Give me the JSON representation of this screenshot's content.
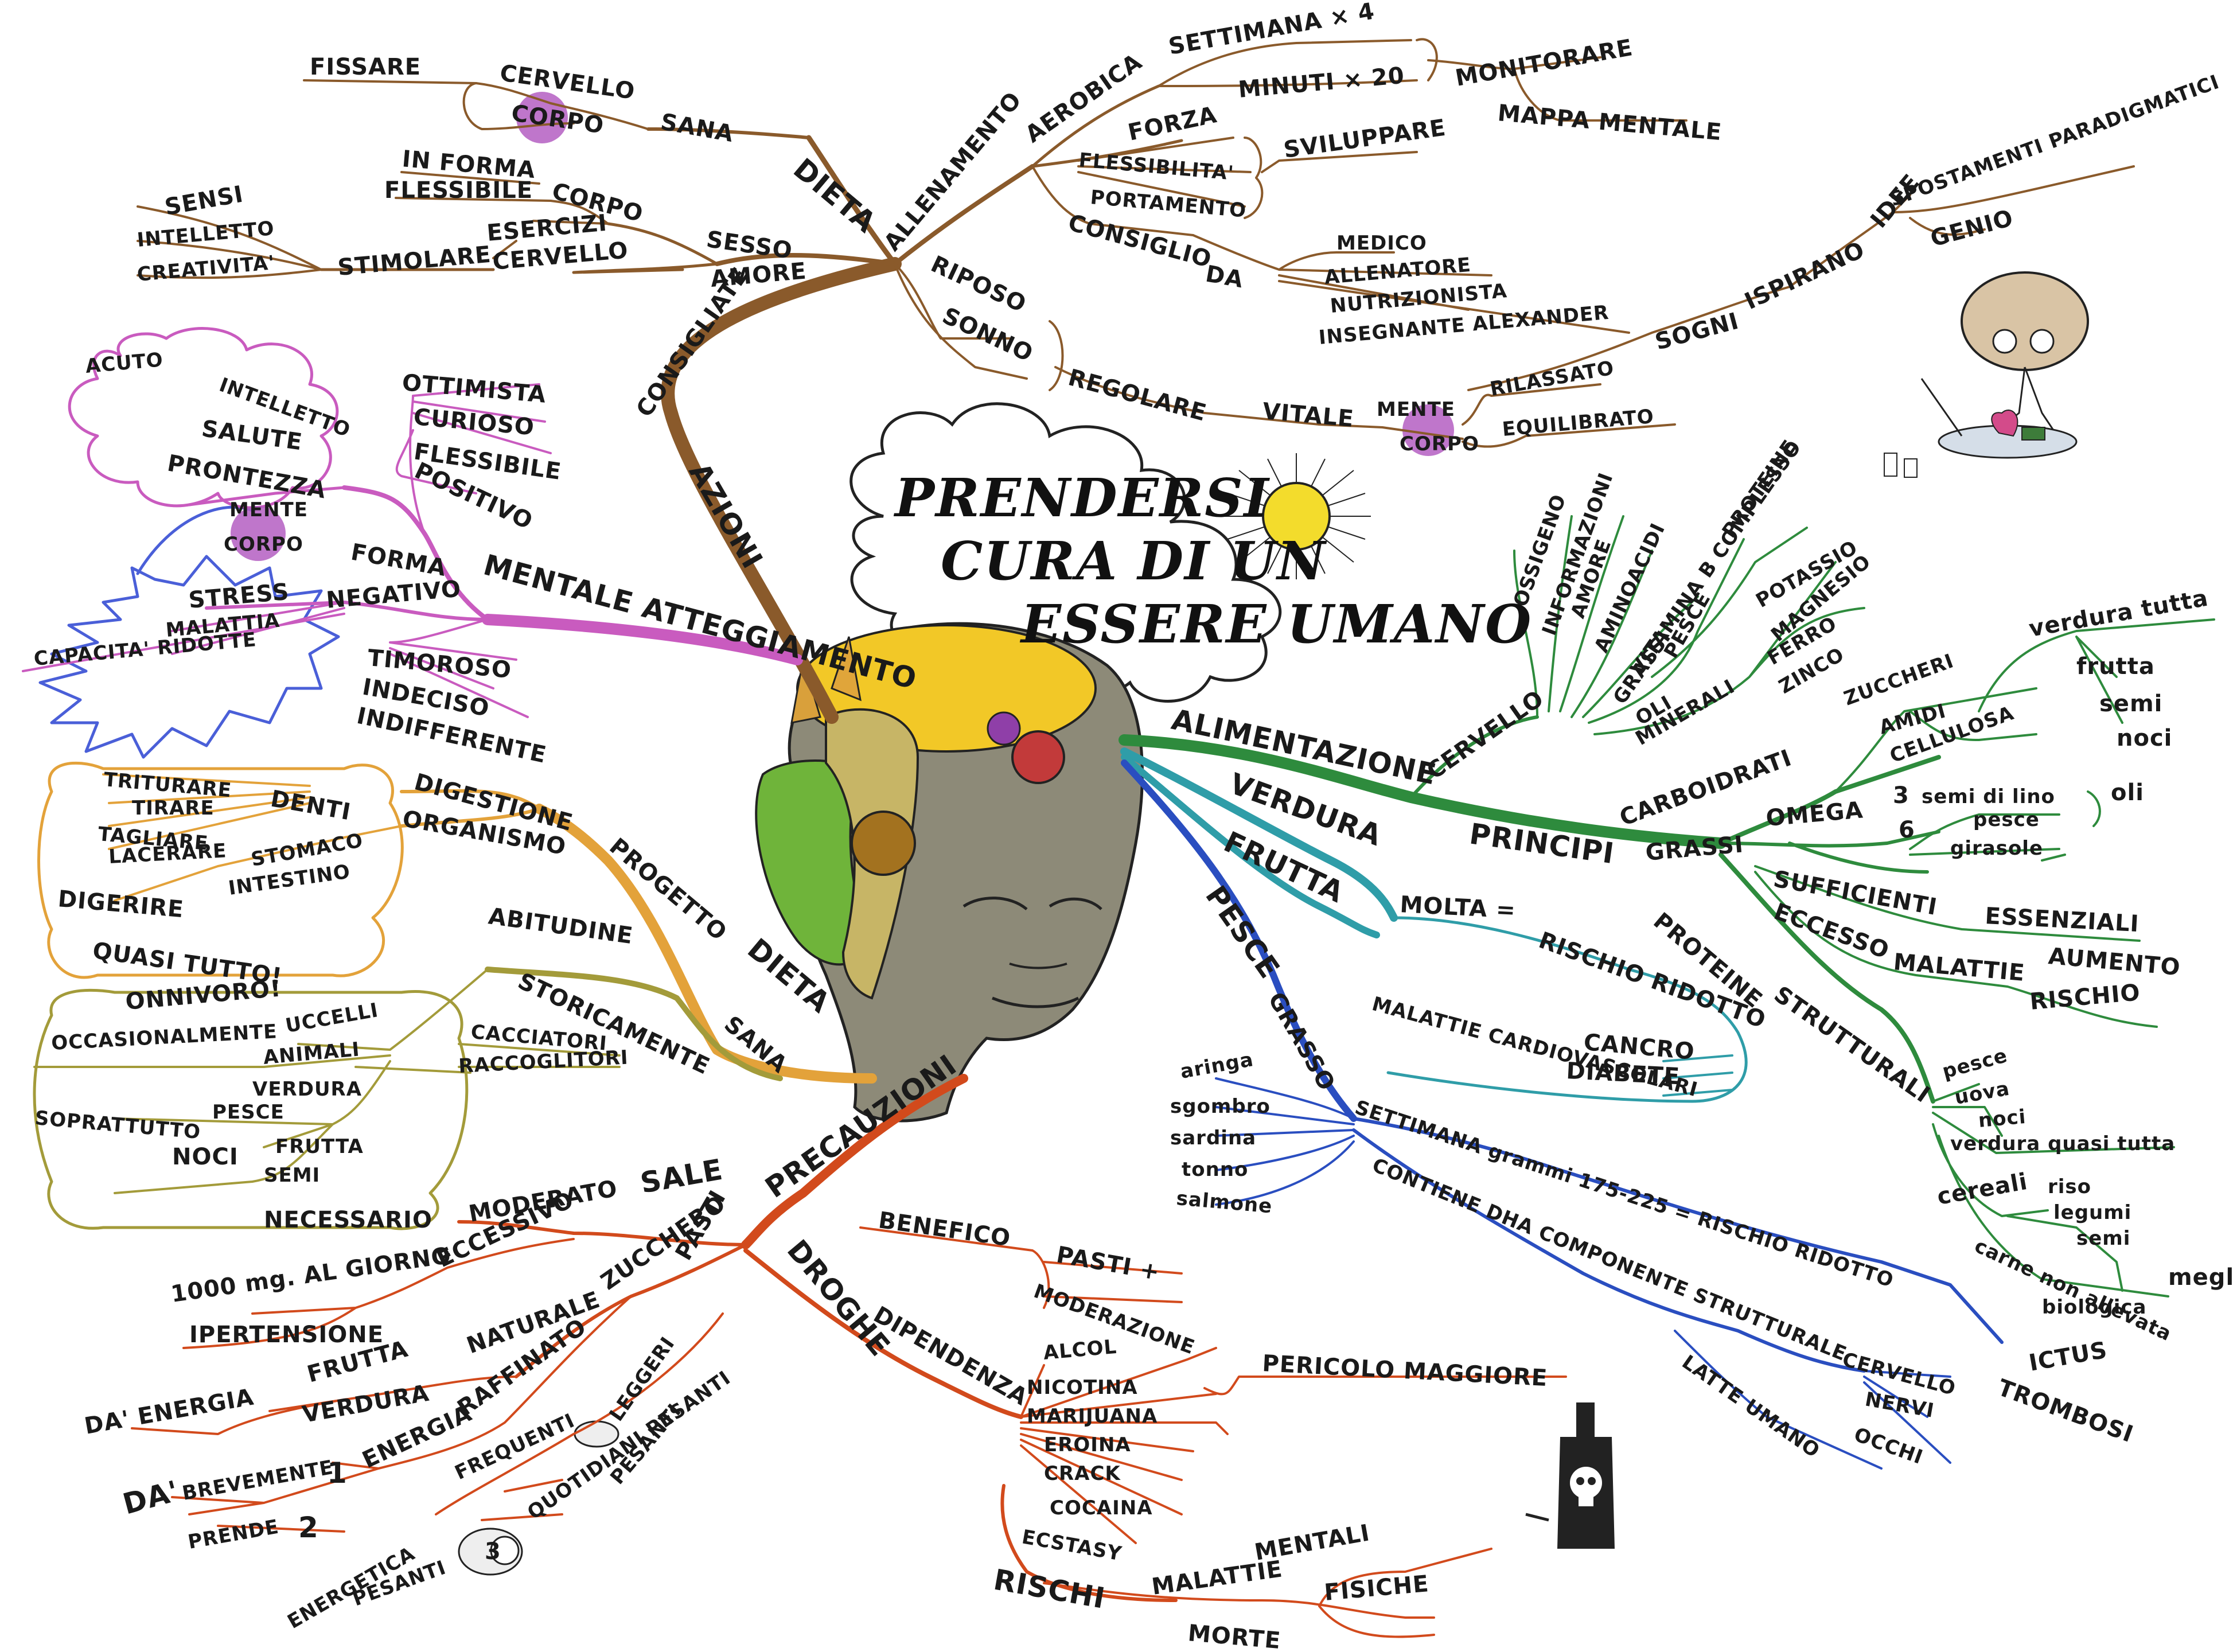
{
  "title": [
    "PRENDERSI",
    "CURA DI UN",
    "ESSERE UMANO"
  ],
  "colors": {
    "azioni": "#8a5a2b",
    "mentale": "#c95bbf",
    "dieta_orange": "#e3a23a",
    "dieta_olive": "#a39b3a",
    "alimentazione": "#2e8b3d",
    "verdura": "#2f9da8",
    "pesce": "#2a4ec0",
    "precauzioni": "#d24a1c",
    "stress_cloud": "#4a5fd8",
    "highlight": "#b45ec2",
    "sun": "#f3dc2c"
  },
  "azioni": {
    "main": "AZIONI",
    "consigliate": "CONSIGLIATE",
    "dieta": "DIETA",
    "sana": "SANA",
    "fissare": "FISSARE",
    "cervello": "CERVELLO",
    "corpo": "CORPO",
    "sesso": "SESSO",
    "amore": "AMORE",
    "in_forma": "IN FORMA",
    "flessibile": "FLESSIBILE",
    "corpo2": "CORPO",
    "esercizi": "ESERCIZI",
    "stimolare": "STIMOLARE",
    "cervello2": "CERVELLO",
    "sensi": "SENSI",
    "intelletto": "INTELLETTO",
    "creativita": "CREATIVITA'",
    "allenamento": "ALLENAMENTO",
    "aerobica": "AEROBICA",
    "settimana": "SETTIMANA × 4",
    "minuti": "MINUTI × 20",
    "monitorare": "MONITORARE",
    "mappa": "MAPPA MENTALE",
    "forza": "FORZA",
    "flessibilita": "FLESSIBILITA'",
    "portamento": "PORTAMENTO",
    "sviluppare": "SVILUPPARE",
    "consiglio": "CONSIGLIO",
    "da": "DA",
    "medico": "MEDICO",
    "allenatore": "ALLENATORE",
    "nutrizionista": "NUTRIZIONISTA",
    "insegnante": "INSEGNANTE ALEXANDER",
    "riposo": "RIPOSO",
    "sonno": "SONNO",
    "regolare": "REGOLARE",
    "vitale": "VITALE",
    "mente": "MENTE",
    "corpo3": "CORPO",
    "rilassato": "RILASSATO",
    "equilibrato": "EQUILIBRATO",
    "sogni": "SOGNI",
    "ispirano": "ISPIRANO",
    "idee": "IDEE",
    "spostamenti": "SPOSTAMENTI PARADIGMATICI",
    "genio": "GENIO"
  },
  "mentale": {
    "main": "MENTALE ATTEGGIAMENTO",
    "positivo": "POSITIVO",
    "ottimista": "OTTIMISTA",
    "curioso": "CURIOSO",
    "flessibile": "FLESSIBILE",
    "acuto": "ACUTO",
    "intelletto": "INTELLETTO",
    "salute": "SALUTE",
    "prontezza": "PRONTEZZA",
    "mente": "MENTE",
    "corpo": "CORPO",
    "forma": "FORMA",
    "negativo": "NEGATIVO",
    "stress": "STRESS",
    "malattia": "MALATTIA",
    "capacita": "CAPACITA' RIDOTTE",
    "timoroso": "TIMOROSO",
    "indeciso": "INDECISO",
    "indifferente": "INDIFFERENTE"
  },
  "dieta": {
    "main": "DIETA",
    "sana": "SANA",
    "progetto": "PROGETTO",
    "digestione": "DIGESTIONE",
    "organismo": "ORGANISMO",
    "denti": "DENTI",
    "triturare": "TRITURARE",
    "tirare": "TIRARE",
    "tagliare": "TAGLIARE",
    "lacerare": "LACERARE",
    "stomaco": "STOMACO",
    "intestino": "INTESTINO",
    "digerire": "DIGERIRE",
    "quasi_tutto": "QUASI TUTTO!",
    "abitudine": "ABITUDINE",
    "storicamente": "STORICAMENTE",
    "cacciatori": "CACCIATORI",
    "raccoglitori": "RACCOGLITORI",
    "onnivoro": "ONNIVORO!",
    "occasionalmente": "OCCASIONALMENTE",
    "uccelli": "UCCELLI",
    "animali": "ANIMALI",
    "soprattutto": "SOPRATTUTTO",
    "verdura": "VERDURA",
    "pesce": "PESCE",
    "noci": "NOCI",
    "frutta": "FRUTTA",
    "semi": "SEMI"
  },
  "alimentazione": {
    "main": "ALIMENTAZIONE",
    "cervello": "CERVELLO",
    "ossigeno": "OSSIGENO",
    "informazioni": "INFORMAZIONI",
    "amore": "AMORE",
    "aminoacidi": "AMINOACIDI",
    "vitamina": "VITAMINA B COMPLESSO",
    "proteine": "PROTEINE",
    "grassi": "GRASSI",
    "pesce": "PESCE",
    "oli": "OLI",
    "minerali": "MINERALI",
    "potassio": "POTASSIO",
    "magnesio": "MAGNESIO",
    "ferro": "FERRO",
    "zinco": "ZINCO",
    "principi": "PRINCIPI",
    "carboidrati": "CARBOIDRATI",
    "zuccheri": "ZUCCHERI",
    "amidi": "AMIDI",
    "cellulosa": "CELLULOSA",
    "verdura_tutta": "verdura tutta",
    "frutta": "frutta",
    "semi": "semi",
    "noci": "noci",
    "grassi2": "GRASSI",
    "omega": "OMEGA",
    "tre": "3",
    "sei": "6",
    "semi_lino": "semi di lino",
    "pesce2": "pesce",
    "girasole": "girasole",
    "oli2": "oli",
    "sufficienti": "SUFFICIENTI",
    "essenziali": "ESSENZIALI",
    "eccesso": "ECCESSO",
    "malattie": "MALATTIE",
    "aumento": "AUMENTO",
    "rischio": "RISCHIO",
    "proteine2": "PROTEINE",
    "strutturali": "STRUTTURALI",
    "pesce3": "pesce",
    "uova": "uova",
    "noci2": "noci",
    "verdura_quasi": "verdura quasi tutta",
    "cereali": "cereali",
    "riso": "riso",
    "legumi": "legumi",
    "semi2": "semi",
    "carne": "carne non allevata",
    "biologica": "biologica",
    "meglio": "meglio"
  },
  "verdura": {
    "verdura": "VERDURA",
    "frutta": "FRUTTA",
    "molta": "MOLTA =",
    "rischio_ridotto": "RISCHIO RIDOTTO",
    "cancro": "CANCRO",
    "diabete": "DIABETE",
    "malattie_cardio": "MALATTIE CARDIOVASCOLARI"
  },
  "pesce": {
    "pesce": "PESCE",
    "grasso": "GRASSO",
    "aringa": "aringa",
    "sgombro": "sgombro",
    "sardina": "sardina",
    "tonno": "tonno",
    "salmone": "salmone",
    "settimana": "SETTIMANA grammi 175-225 = RISCHIO RIDOTTO",
    "ictus": "ICTUS",
    "trombosi": "TROMBOSI",
    "contiene": "CONTIENE DHA COMPONENTE STRUTTURALE",
    "cervello": "CERVELLO",
    "nervi": "NERVI",
    "occhi": "OCCHI",
    "latte": "LATTE UMANO"
  },
  "precauzioni": {
    "main": "PRECAUZIONI",
    "sale": "SALE",
    "moderato": "MODERATO",
    "necessario": "NECESSARIO",
    "eccessivo": "ECCESSIVO",
    "mg": "1000 mg. AL GIORNO",
    "ipertensione": "IPERTENSIONE",
    "zucchero": "ZUCCHERO",
    "naturale": "NATURALE",
    "frutta": "FRUTTA",
    "verdura": "VERDURA",
    "da_energia": "DA' ENERGIA",
    "raffinato": "RAFFINATO",
    "energia": "ENERGIA",
    "da": "DA'",
    "brevemente": "BREVEMENTE",
    "uno": "1",
    "prende": "PRENDE",
    "due": "2",
    "pasti": "PASTI",
    "leggeri": "LEGGERI",
    "frequenti": "FREQUENTI",
    "pesanti": "PESANTI",
    "quotidiani": "QUOTIDIANI PESANTI",
    "tre": "3",
    "energetica": "ENERGETICA",
    "pesanti2": "PESANTI",
    "droghe": "DROGHE",
    "benefico": "BENEFICO",
    "pasti_plus": "PASTI +",
    "moderazione": "MODERAZIONE",
    "dipendenza": "DIPENDENZA",
    "alcol": "ALCOL",
    "nicotina": "NICOTINA",
    "marijuana": "MARIJUANA",
    "eroina": "EROINA",
    "crack": "CRACK",
    "cocaina": "COCAINA",
    "ecstasy": "ECSTASY",
    "pericolo": "PERICOLO MAGGIORE",
    "rischi": "RISCHI",
    "malattie": "MALATTIE",
    "mentali": "MENTALI",
    "fisiche": "FISICHE",
    "morte": "MORTE"
  }
}
